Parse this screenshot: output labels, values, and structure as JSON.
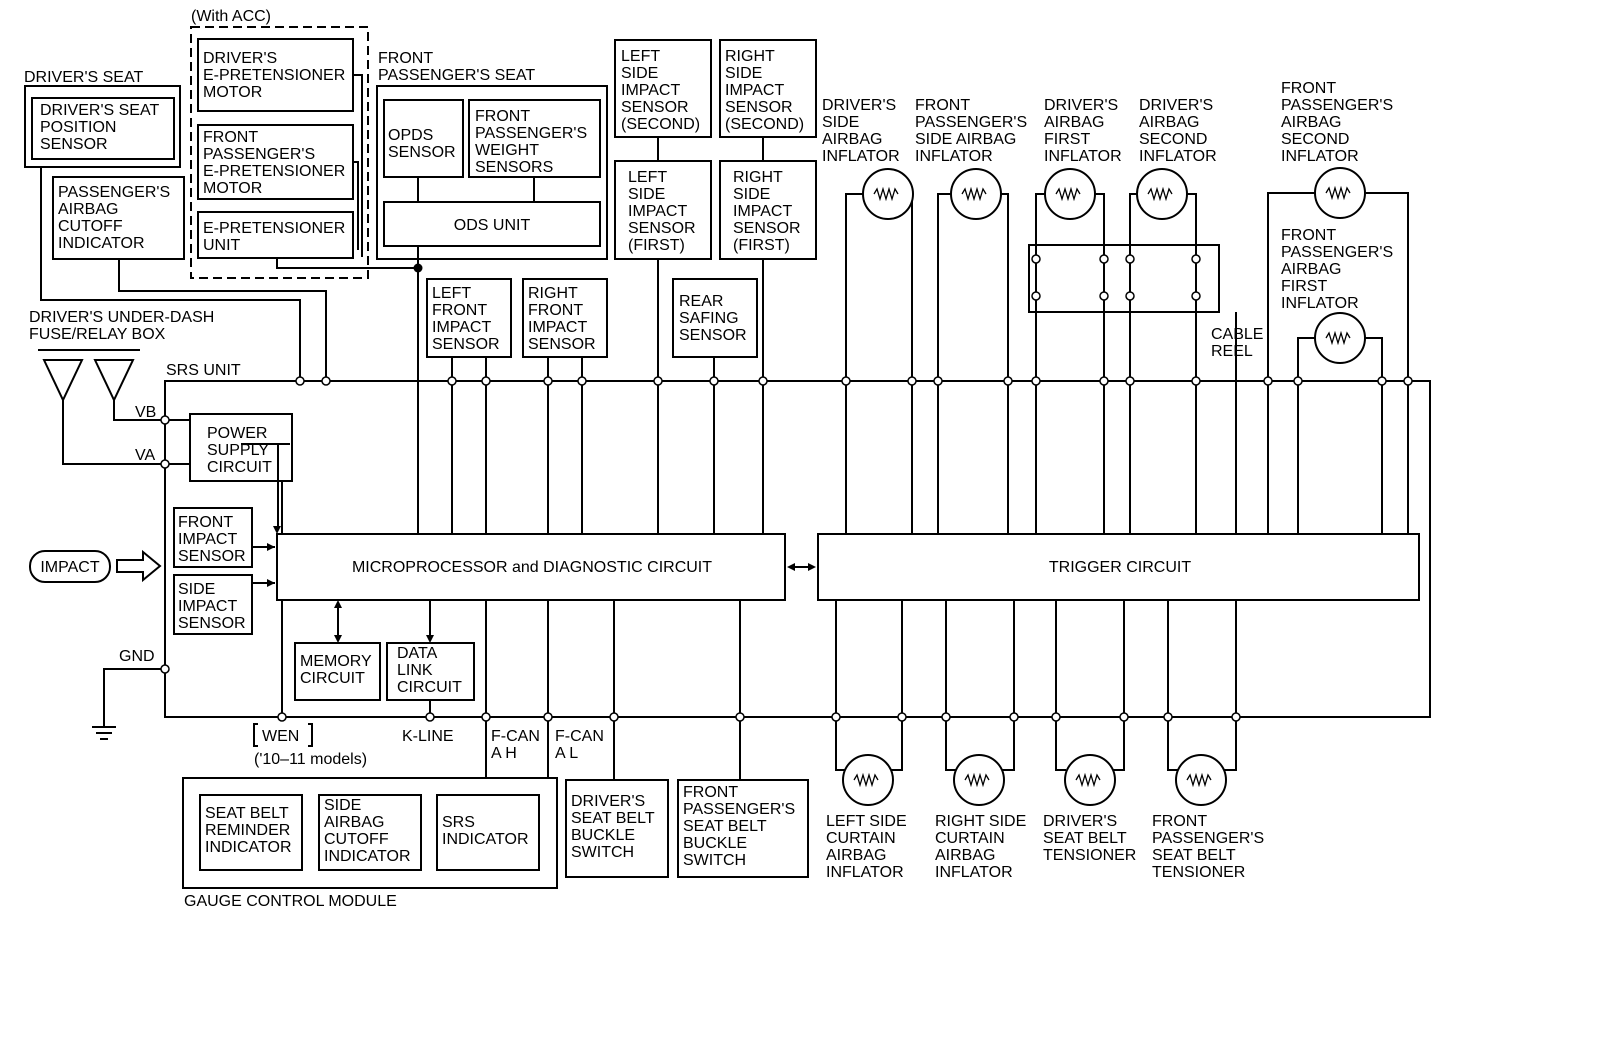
{
  "labels": {
    "with_acc": "(With ACC)",
    "drivers_seat": "DRIVER'S SEAT",
    "drivers_seat_position_sensor": [
      "DRIVER'S SEAT",
      "POSITION",
      "SENSOR"
    ],
    "passenger_airbag_cutoff_indicator": [
      "PASSENGER'S",
      "AIRBAG",
      "CUTOFF",
      "INDICATOR"
    ],
    "drivers_e_pretensioner_motor": [
      "DRIVER'S",
      "E-PRETENSIONER",
      "MOTOR"
    ],
    "front_passenger_e_pretensioner_motor": [
      "FRONT",
      "PASSENGER'S",
      "E-PRETENSIONER",
      "MOTOR"
    ],
    "e_pretensioner_unit": [
      "E-PRETENSIONER",
      "UNIT"
    ],
    "front_passenger_seat": [
      "FRONT",
      "PASSENGER'S SEAT"
    ],
    "opds_sensor": [
      "OPDS",
      "SENSOR"
    ],
    "front_passenger_weight_sensors": [
      "FRONT",
      "PASSENGER'S",
      "WEIGHT",
      "SENSORS"
    ],
    "ods_unit": "ODS UNIT",
    "left_side_impact_sensor_second": [
      "LEFT",
      "SIDE",
      "IMPACT",
      "SENSOR",
      "(SECOND)"
    ],
    "right_side_impact_sensor_second": [
      "RIGHT",
      "SIDE",
      "IMPACT",
      "SENSOR",
      "(SECOND)"
    ],
    "left_side_impact_sensor_first": [
      "LEFT",
      "SIDE",
      "IMPACT",
      "SENSOR",
      "(FIRST)"
    ],
    "right_side_impact_sensor_first": [
      "RIGHT",
      "SIDE",
      "IMPACT",
      "SENSOR",
      "(FIRST)"
    ],
    "left_front_impact_sensor": [
      "LEFT",
      "FRONT",
      "IMPACT",
      "SENSOR"
    ],
    "right_front_impact_sensor": [
      "RIGHT",
      "FRONT",
      "IMPACT",
      "SENSOR"
    ],
    "rear_safing_sensor": [
      "REAR",
      "SAFING",
      "SENSOR"
    ],
    "drivers_side_airbag_inflator": [
      "DRIVER'S",
      "SIDE",
      "AIRBAG",
      "INFLATOR"
    ],
    "front_passenger_side_airbag_inflator": [
      "FRONT",
      "PASSENGER'S",
      "SIDE AIRBAG",
      "INFLATOR"
    ],
    "drivers_airbag_first_inflator": [
      "DRIVER'S",
      "AIRBAG",
      "FIRST",
      "INFLATOR"
    ],
    "drivers_airbag_second_inflator": [
      "DRIVER'S",
      "AIRBAG",
      "SECOND",
      "INFLATOR"
    ],
    "front_passenger_airbag_second_inflator": [
      "FRONT",
      "PASSENGER'S",
      "AIRBAG",
      "SECOND",
      "INFLATOR"
    ],
    "front_passenger_airbag_first_inflator": [
      "FRONT",
      "PASSENGER'S",
      "AIRBAG",
      "FIRST",
      "INFLATOR"
    ],
    "cable_reel": [
      "CABLE",
      "REEL"
    ],
    "drivers_under_dash_fuse_relay_box": [
      "DRIVER'S UNDER-DASH",
      "FUSE/RELAY BOX"
    ],
    "srs_unit": "SRS UNIT",
    "vb": "VB",
    "va": "VA",
    "power_supply_circuit": [
      "POWER",
      "SUPPLY",
      "CIRCUIT"
    ],
    "front_impact_sensor": [
      "FRONT",
      "IMPACT",
      "SENSOR"
    ],
    "side_impact_sensor": [
      "SIDE",
      "IMPACT",
      "SENSOR"
    ],
    "impact": "IMPACT",
    "microprocessor": "MICROPROCESSOR and DIAGNOSTIC CIRCUIT",
    "trigger_circuit": "TRIGGER CIRCUIT",
    "memory_circuit": [
      "MEMORY",
      "CIRCUIT"
    ],
    "data_link_circuit": [
      "DATA",
      "LINK",
      "CIRCUIT"
    ],
    "gnd": "GND",
    "wen": "WEN",
    "wen_models": "('10–11 models)",
    "k_line": "K-LINE",
    "f_can_ah": [
      "F-CAN",
      "A H"
    ],
    "f_can_al": [
      "F-CAN",
      "A L"
    ],
    "seat_belt_reminder_indicator": [
      "SEAT BELT",
      "REMINDER",
      "INDICATOR"
    ],
    "side_airbag_cutoff_indicator": [
      "SIDE",
      "AIRBAG",
      "CUTOFF",
      "INDICATOR"
    ],
    "srs_indicator": [
      "SRS",
      "INDICATOR"
    ],
    "gauge_control_module": "GAUGE CONTROL MODULE",
    "drivers_seat_belt_buckle_switch": [
      "DRIVER'S",
      "SEAT BELT",
      "BUCKLE",
      "SWITCH"
    ],
    "front_passenger_seat_belt_buckle_switch": [
      "FRONT",
      "PASSENGER'S",
      "SEAT BELT",
      "BUCKLE",
      "SWITCH"
    ],
    "left_side_curtain_airbag_inflator": [
      "LEFT SIDE",
      "CURTAIN",
      "AIRBAG",
      "INFLATOR"
    ],
    "right_side_curtain_airbag_inflator": [
      "RIGHT SIDE",
      "CURTAIN",
      "AIRBAG",
      "INFLATOR"
    ],
    "drivers_seat_belt_tensioner": [
      "DRIVER'S",
      "SEAT BELT",
      "TENSIONER"
    ],
    "front_passenger_seat_belt_tensioner": [
      "FRONT",
      "PASSENGER'S",
      "SEAT BELT",
      "TENSIONER"
    ]
  }
}
